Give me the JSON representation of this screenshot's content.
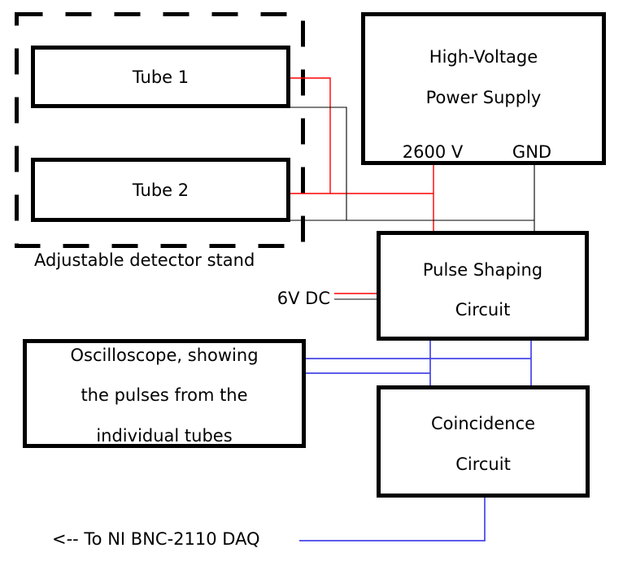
{
  "diagram": {
    "stand": {
      "label": "Adjustable detector stand",
      "tube1_label": "Tube 1",
      "tube2_label": "Tube 2"
    },
    "hv_supply": {
      "title_line1": "High-Voltage",
      "title_line2": "Power Supply",
      "output_voltage": "2600 V",
      "output_ground": "GND"
    },
    "pulse_shaping": {
      "title_line1": "Pulse Shaping",
      "title_line2": "Circuit"
    },
    "oscilloscope": {
      "title_line1": "Oscilloscope, showing",
      "title_line2": "the pulses from the",
      "title_line3": "individual tubes"
    },
    "coincidence": {
      "title_line1": "Coincidence",
      "title_line2": "Circuit"
    },
    "power_input_label": "6V DC",
    "daq_label": "<--  To NI BNC-2110 DAQ",
    "colors": {
      "hv_wire": "#ff0000",
      "ground_wire": "#000000",
      "signal_wire": "#4444e8",
      "outline": "#000000"
    }
  }
}
